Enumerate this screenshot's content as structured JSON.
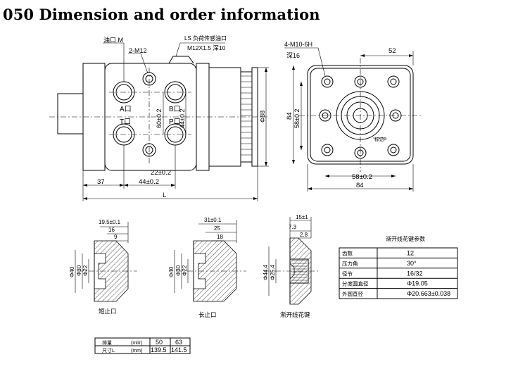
{
  "title": "050 Dimension and order information",
  "front_view": {
    "oil_port_m": "油口 M",
    "port_2m12": "2-M12",
    "ls_note_line1": "LS 负荷传感油口",
    "ls_note_line2": "M12X1.5 深10",
    "port_a": "A口",
    "port_b": "B口",
    "port_t": "T口",
    "port_p": "P口",
    "dim_60": "60±0.2",
    "dim_44_vert": "44±0.2",
    "dim_22": "22±0.2",
    "dim_37": "37",
    "dim_44_horiz": "44±0.2",
    "dim_l": "L",
    "dim_dia88": "Φ88"
  },
  "end_view": {
    "thread_note": "4-M10-6H",
    "depth_note": "深16",
    "dim_52": "52",
    "dim_84_vert": "84",
    "dim_58_vert": "58±0.2",
    "dim_58_horiz": "58±0.2",
    "dim_84_horiz": "84",
    "small_label": "标记P"
  },
  "section_views": {
    "short_spline": {
      "caption": "短止口",
      "dim_top": "19.5±0.1",
      "dim_mid": "16",
      "dim_low": "9",
      "dia_outer": "Φ40",
      "dia_mid": "Φ30",
      "dia_inner": "Φ22"
    },
    "long_spline": {
      "caption": "长止口",
      "dim_top": "31±0.1",
      "dim_mid": "25",
      "dim_low": "18",
      "dia_outer": "Φ40",
      "dia_mid": "Φ30",
      "dia_inner": "Φ22"
    },
    "involute_spline": {
      "caption": "渐开线花键",
      "dim_top": "15±1",
      "dim_mid": "7.3",
      "dim_low": "2.8",
      "dia_outer": "Φ44.4",
      "dia_inner": "Φ25.4"
    }
  },
  "spline_params_table": {
    "heading": "渐开线花键参数",
    "rows": [
      {
        "label": "齿数",
        "value": "12"
      },
      {
        "label": "压力角",
        "value": "30°"
      },
      {
        "label": "径节",
        "value": "16/32"
      },
      {
        "label": "分度圆直径",
        "value": "Φ19.05"
      },
      {
        "label": "外圆直径",
        "value": "Φ20.663±0.038"
      }
    ]
  },
  "order_table": {
    "row1_label": "排量",
    "row1_unit": "(ml/r)",
    "row1_values": [
      "50",
      "63"
    ],
    "row2_label": "尺寸L",
    "row2_unit": "(mm)",
    "row2_values": [
      "139.5",
      "141.5"
    ]
  }
}
